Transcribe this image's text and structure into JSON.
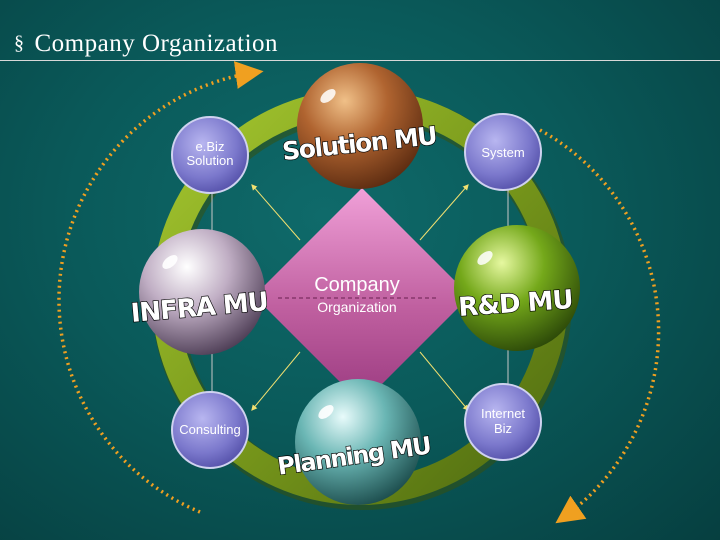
{
  "slide": {
    "title": "Company Organization",
    "bullet_icon": "square-bullet"
  },
  "center": {
    "line1": "Company",
    "line2": "Organization"
  },
  "units": {
    "solution": "Solution MU",
    "infra": "INFRA MU",
    "rnd": "R&D MU",
    "planning": "Planning MU"
  },
  "small_nodes": {
    "ebiz_solution": [
      "e.Biz",
      "Solution"
    ],
    "system": [
      "System"
    ],
    "consulting": [
      "Consulting"
    ],
    "internet_biz": [
      "Internet",
      "Biz"
    ]
  },
  "colors": {
    "background": "#0a5a5a",
    "ring": "#7fa020",
    "center_diamond": "#c05ea0",
    "solution_sphere": "#a0582a",
    "infra_sphere": "#c4b2c6",
    "rnd_sphere": "#6a9e14",
    "planning_sphere": "#6ab2b0",
    "small_circle": "#7b78cc",
    "arrow_dots": "#f0a020"
  }
}
